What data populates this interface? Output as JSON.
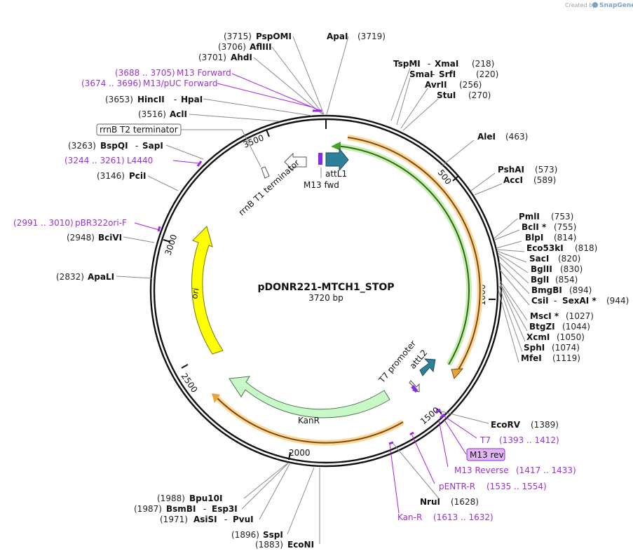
{
  "branding": {
    "created_by": "Created by",
    "app": "SnapGene"
  },
  "map": {
    "name": "pDONR221-MTCH1_STOP",
    "size": "3720 bp"
  },
  "ticks": [
    "500",
    "1000",
    "1500",
    "2000",
    "2500",
    "3000",
    "3500"
  ],
  "features": {
    "attL1": "attL1",
    "m13fwd": "M13 fwd",
    "rrnB_t1": "rrnB T1 terminator",
    "rrnB_t2": "rrnB T2 terminator",
    "t7_promoter": "T7 promoter",
    "attL2": "attL2",
    "kanr": "KanR",
    "ori": "ori",
    "m13rev": "M13 rev"
  },
  "enzymes": {
    "pspomi": {
      "name": "PspOMI",
      "pos": "(3715)"
    },
    "aflii": {
      "name": "AflIII",
      "pos": "(3706)"
    },
    "ahdi": {
      "name": "AhdI",
      "pos": "(3701)"
    },
    "apai": {
      "name": "ApaI",
      "pos": "(3719)"
    },
    "tspmi": {
      "name": "TspMI",
      "name2": "XmaI",
      "pos": "(218)"
    },
    "smai": {
      "name": "SmaI",
      "name2": "SrfI",
      "pos": "(220)"
    },
    "avrii": {
      "name": "AvrII",
      "pos": "(256)"
    },
    "stui": {
      "name": "StuI",
      "pos": "(270)"
    },
    "alei": {
      "name": "AleI",
      "pos": "(463)"
    },
    "pshai": {
      "name": "PshAI",
      "pos": "(573)"
    },
    "acci": {
      "name": "AccI",
      "pos": "(589)"
    },
    "pmli": {
      "name": "PmlI",
      "pos": "(753)"
    },
    "bcli": {
      "name": "BclI *",
      "pos": "(755)"
    },
    "blpi": {
      "name": "BlpI",
      "pos": "(814)"
    },
    "eco53ki": {
      "name": "Eco53kI",
      "pos": "(818)"
    },
    "saci": {
      "name": "SacI",
      "pos": "(820)"
    },
    "bglii": {
      "name": "BglII",
      "pos": "(830)"
    },
    "bgli": {
      "name": "BglI",
      "pos": "(854)"
    },
    "bmgbi": {
      "name": "BmgBI",
      "pos": "(894)"
    },
    "csii": {
      "name": "CsiI",
      "name2": "SexAI *",
      "pos": "(944)"
    },
    "msci": {
      "name": "MscI *",
      "pos": "(1027)"
    },
    "btgzi": {
      "name": "BtgZI",
      "pos": "(1044)"
    },
    "xcmi": {
      "name": "XcmI",
      "pos": "(1050)"
    },
    "sphi": {
      "name": "SphI",
      "pos": "(1074)"
    },
    "mfei": {
      "name": "MfeI",
      "pos": "(1119)"
    },
    "ecorv": {
      "name": "EcoRV",
      "pos": "(1389)"
    },
    "nrui": {
      "name": "NruI",
      "pos": "(1628)"
    },
    "econi": {
      "name": "EcoNI",
      "pos": "(1883)"
    },
    "sspi": {
      "name": "SspI",
      "pos": "(1896)"
    },
    "asisi": {
      "name": "AsiSI",
      "name2": "PvuI",
      "pos": "(1971)"
    },
    "bsmbi": {
      "name": "BsmBI",
      "name2": "Esp3I",
      "pos": "(1987)"
    },
    "bpu10i": {
      "name": "Bpu10I",
      "pos": "(1988)"
    },
    "apali": {
      "name": "ApaLI",
      "pos": "(2832)"
    },
    "bcivi": {
      "name": "BciVI",
      "pos": "(2948)"
    },
    "pcii": {
      "name": "PciI",
      "pos": "(3146)"
    },
    "bspqi": {
      "name": "BspQI",
      "name2": "SapI",
      "pos": "(3263)"
    },
    "acli": {
      "name": "AclI",
      "pos": "(3516)"
    },
    "hincii": {
      "name": "HincII",
      "name2": "HpaI",
      "pos": "(3653)"
    }
  },
  "primers": {
    "m13fwd": {
      "name": "M13 Forward",
      "pos": "(3688 .. 3705)"
    },
    "m13puc": {
      "name": "M13/pUC Forward",
      "pos": "(3674 .. 3696)"
    },
    "l4440": {
      "name": "L4440",
      "pos": "(3244 .. 3261)"
    },
    "pbr322": {
      "name": "pBR322ori-F",
      "pos": "(2991 .. 3010)"
    },
    "t7": {
      "name": "T7",
      "pos": "(1393 .. 1412)"
    },
    "m13rev": {
      "name": "M13 Reverse",
      "pos": "(1417 .. 1433)"
    },
    "pentr": {
      "name": "pENTR-R",
      "pos": "(1535 .. 1554)"
    },
    "kanr": {
      "name": "Kan-R",
      "pos": "(1613 .. 1632)"
    }
  },
  "colors": {
    "backbone": "#111111",
    "attL": "#2e7f99",
    "kanr": "#c8f7c8",
    "ori": "#ffff00",
    "primer": "#a020f0",
    "orange": "#e8a33a",
    "green": "#4aa02a"
  }
}
